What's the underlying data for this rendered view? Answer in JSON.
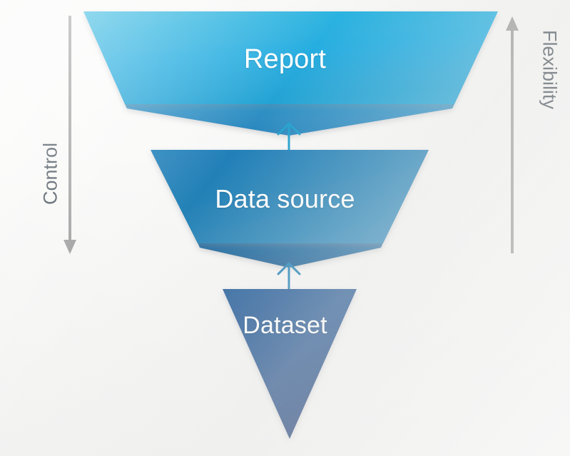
{
  "diagram": {
    "title": "Report / Data source / Dataset funnel",
    "background_color": "#f5f5f4",
    "levels": [
      {
        "id": "report",
        "label": "Report",
        "shape": "inverted-trapezoid-banner",
        "fill_top": "#2ab3dd",
        "fill_bottom": "#25a8d6",
        "shadow_fill": "#2f8fc0",
        "text_color": "#ffffff"
      },
      {
        "id": "data-source",
        "label": "Data source",
        "shape": "inverted-trapezoid-banner",
        "fill_top": "#1f7fb8",
        "fill_bottom": "#2b85b8",
        "shadow_fill": "#1c5f95",
        "text_color": "#ffffff"
      },
      {
        "id": "dataset",
        "label": "Dataset",
        "shape": "inverted-triangle",
        "fill_top": "#1f5a96",
        "fill_bottom": "#1d3c75",
        "text_color": "#ffffff"
      }
    ],
    "connectors": [
      {
        "id": "dataset-to-data-source",
        "from": "dataset",
        "to": "data-source",
        "direction": "up",
        "color": "#1d7fb5"
      },
      {
        "id": "data-source-to-report",
        "from": "data-source",
        "to": "report",
        "direction": "up",
        "color": "#1d9fcd"
      }
    ],
    "axes": [
      {
        "id": "control",
        "label": "Control",
        "direction": "down",
        "side": "left",
        "color": "#9a9a9a",
        "text_color": "#3d4852"
      },
      {
        "id": "flexibility",
        "label": "Flexibility",
        "direction": "up",
        "side": "right",
        "color": "#9a9a9a",
        "text_color": "#3d4852"
      }
    ]
  }
}
